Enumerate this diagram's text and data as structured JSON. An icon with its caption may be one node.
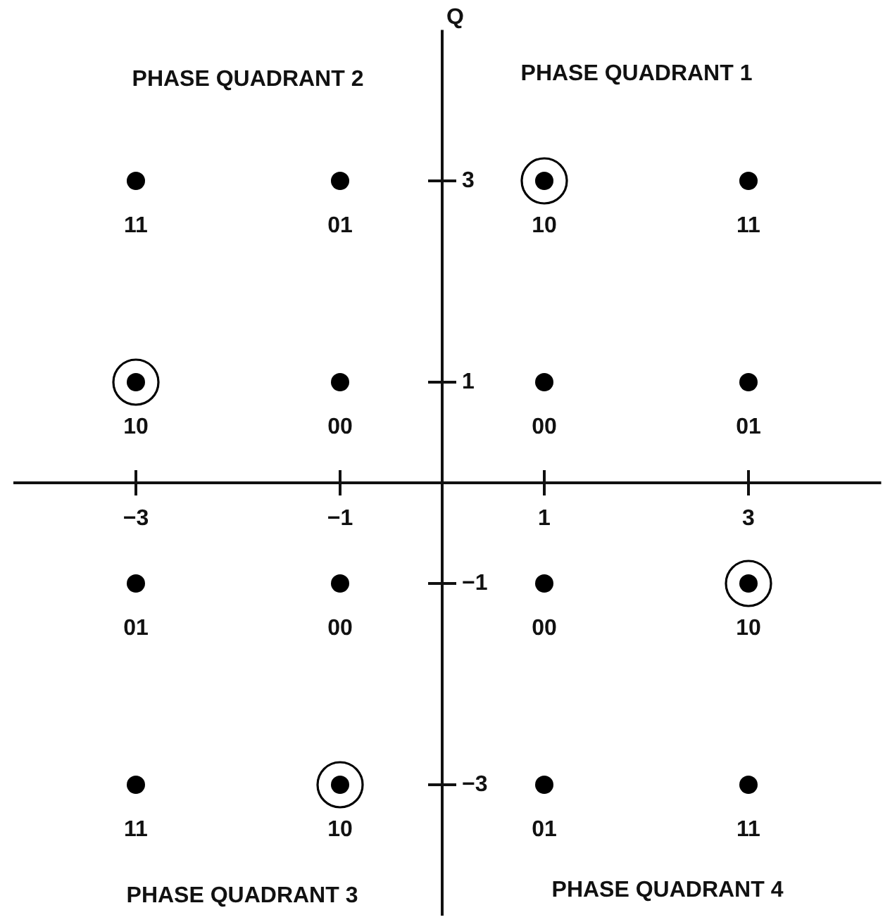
{
  "diagram": {
    "labels": [
      "PHASE QUADRANT 2",
      "PHASE QUADRANT 1",
      "11",
      "01",
      "10",
      "11",
      "10",
      "00",
      "00",
      "01",
      "01",
      "00",
      "00",
      "10",
      "11",
      "10",
      "01",
      "11",
      "PHASE QUADRANT 3",
      "PHASE QUADRANT 4"
    ],
    "chart_data": {
      "type": "scatter",
      "ylabel": "Q",
      "x": [
        -3,
        -1,
        1,
        3,
        -3,
        -1,
        1,
        3,
        -3,
        -1,
        1,
        3,
        -3,
        -1,
        1,
        3
      ],
      "series": [
        {
          "color": "#000000",
          "values": [
            3,
            3,
            null,
            3,
            null,
            1,
            1,
            1,
            -1,
            -1,
            -1,
            null,
            -3,
            null,
            -3,
            -3
          ]
        },
        {
          "color": "#000000",
          "values": [
            null,
            null,
            3,
            null,
            1,
            null,
            null,
            null,
            null,
            null,
            null,
            -1,
            null,
            -3,
            null,
            null
          ]
        }
      ],
      "xlim": [
        -4.2,
        4.3
      ],
      "ylim": [
        -4.3,
        4.5
      ],
      "xticks": [
        {
          "value": -3,
          "label": "−3"
        },
        {
          "value": -1,
          "label": "−1"
        },
        {
          "value": 1,
          "label": "1"
        },
        {
          "value": 3,
          "label": "3"
        }
      ],
      "yticks": [
        {
          "value": 3,
          "label": "3"
        },
        {
          "value": 1,
          "label": "1"
        },
        {
          "value": -1,
          "label": "−1"
        },
        {
          "value": -3,
          "label": "−3"
        }
      ]
    }
  }
}
